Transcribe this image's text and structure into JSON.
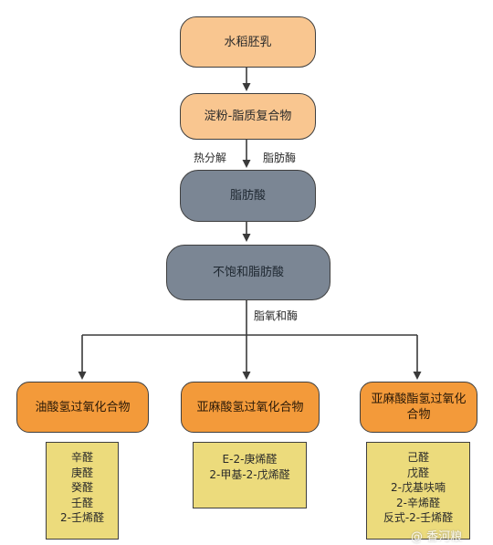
{
  "nodes": {
    "embryo": "水稻胚乳",
    "complex": "淀粉-脂质复合物",
    "fatty_acid": "脂肪酸",
    "unsaturated": "不饱和脂肪酸",
    "oleic": "油酸氢过氧化合物",
    "linoleic": "亚麻酸氢过氧化合物",
    "linolenic": "亚麻酸酯氢过氧化合物"
  },
  "labels": {
    "heat": "热分解",
    "lipase": "脂肪酶",
    "lipoxygenase": "脂氧和酶"
  },
  "products": {
    "oleic": [
      "辛醛",
      "庚醛",
      "癸醛",
      "壬醛",
      "2-壬烯醛"
    ],
    "linoleic": [
      "E-2-庚烯醛",
      "2-甲基-2-戊烯醛"
    ],
    "linolenic": [
      "己醛",
      "戊醛",
      "2-戊基呋喃",
      "2-辛烯醛",
      "反式-2-壬烯醛"
    ]
  },
  "colors": {
    "peach": "#f9c690",
    "slate": "#7b8694",
    "orange": "#f39a3a",
    "yellow": "#ecdb7c"
  },
  "watermark": "@ 香河粮"
}
